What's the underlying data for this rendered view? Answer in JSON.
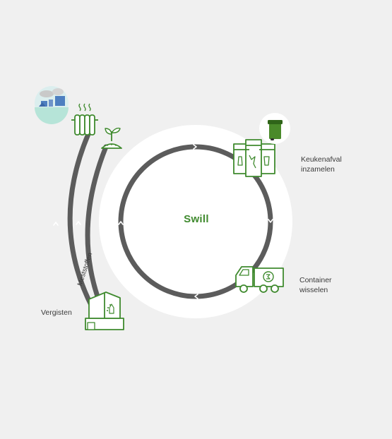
{
  "diagram": {
    "center_title": "Swill",
    "steps": {
      "collect": "Keukenafval\ninzamelen",
      "swap": "Container\nwisselen",
      "digest": "Vergisten"
    },
    "branch_label": "Meststoffen",
    "colors": {
      "ring": "#5c5c5c",
      "accent": "#3f8a2e",
      "bin": "#4a8a2a",
      "halo": "#ffffff",
      "background": "#f0f0f0"
    },
    "icons": [
      "kitchen-waste-containers-icon",
      "green-bin-icon",
      "container-truck-icon",
      "digester-icon",
      "heat-radiator-icon",
      "plant-fertilizer-icon",
      "city-energy-icon"
    ]
  }
}
